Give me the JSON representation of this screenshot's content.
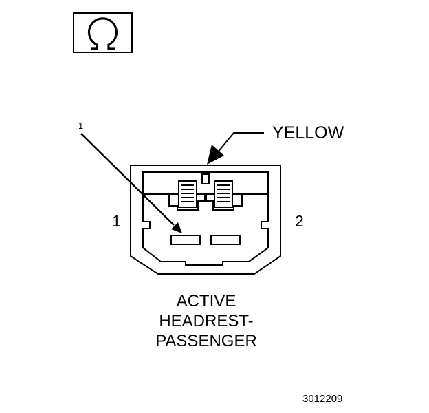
{
  "symbol": {
    "icon": "ohmmeter-omega-icon"
  },
  "connector": {
    "wire_color_label": "YELLOW",
    "pin_1_label": "1",
    "pin_2_label": "2",
    "callout_label": "1",
    "title_lines": [
      "ACTIVE",
      "HEADREST-",
      "PASSENGER"
    ]
  },
  "figure_id": "3012209",
  "colors": {
    "line": "#000000",
    "background": "#ffffff"
  }
}
